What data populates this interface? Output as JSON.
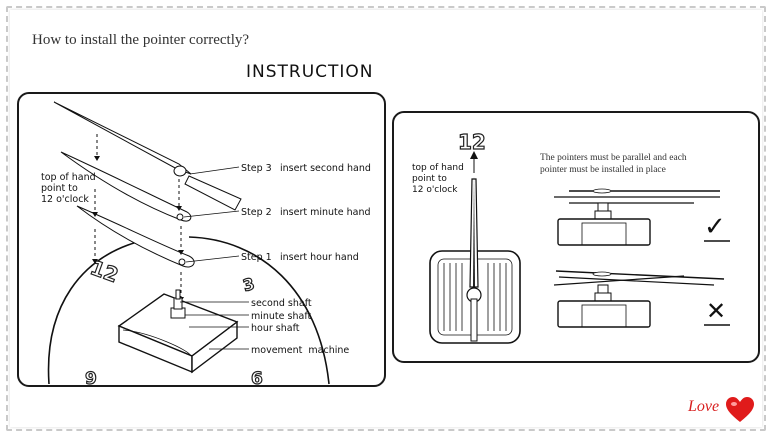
{
  "header": {
    "question": "How to install the pointer correctly?",
    "title": "INSTRUCTION"
  },
  "left_panel": {
    "top_label_lines": [
      "top of hand",
      "point to",
      "12 o'clock"
    ],
    "steps": [
      {
        "number": "Step 3",
        "action": "insert second hand"
      },
      {
        "number": "Step 2",
        "action": "insert minute hand"
      },
      {
        "number": "Step 1",
        "action": "insert hour hand"
      }
    ],
    "parts": [
      "second shaft",
      "minute shaft",
      "hour shaft",
      "movement  machine"
    ],
    "dial_numbers": [
      "12",
      "3",
      "6",
      "9"
    ]
  },
  "right_panel": {
    "dial_number": "12",
    "top_label_lines": [
      "top of hand",
      "point to",
      "12 o'clock"
    ],
    "note_lines": [
      "The pointers must be parallel and each",
      "pointer must be installed in place"
    ],
    "correct_mark": "✓",
    "wrong_mark": "✕"
  },
  "footer": {
    "love_text": "Love",
    "heart_color": "#e01b1b"
  }
}
